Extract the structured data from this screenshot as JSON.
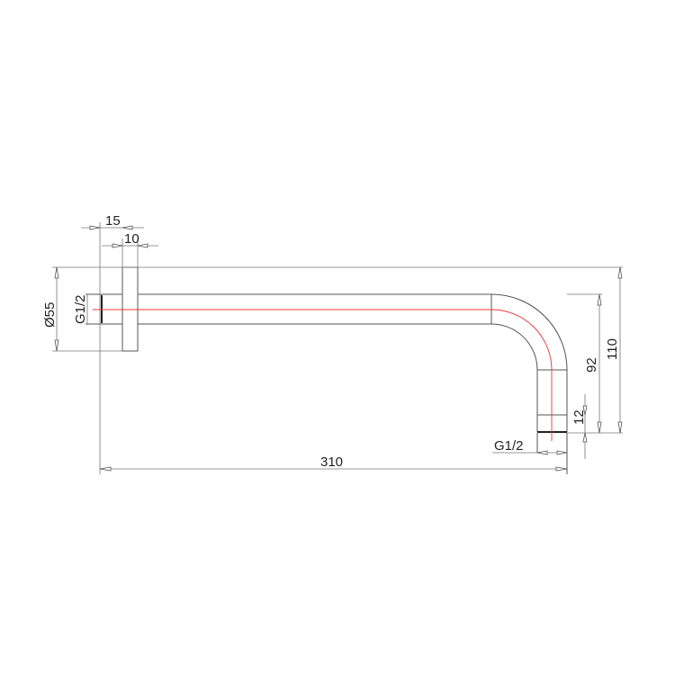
{
  "drawing": {
    "title": "Shower arm technical drawing",
    "dimensions": {
      "flange_width_total": "15",
      "flange_thickness": "10",
      "flange_diameter": "Ø55",
      "wall_thread": "G1/2",
      "length": "310",
      "outlet_thread": "G1/2",
      "drop_to_thread": "92",
      "total_drop": "110",
      "thread_length": "12"
    },
    "colors": {
      "line": "#555555",
      "centerline": "#e8383a",
      "background": "#ffffff"
    }
  }
}
